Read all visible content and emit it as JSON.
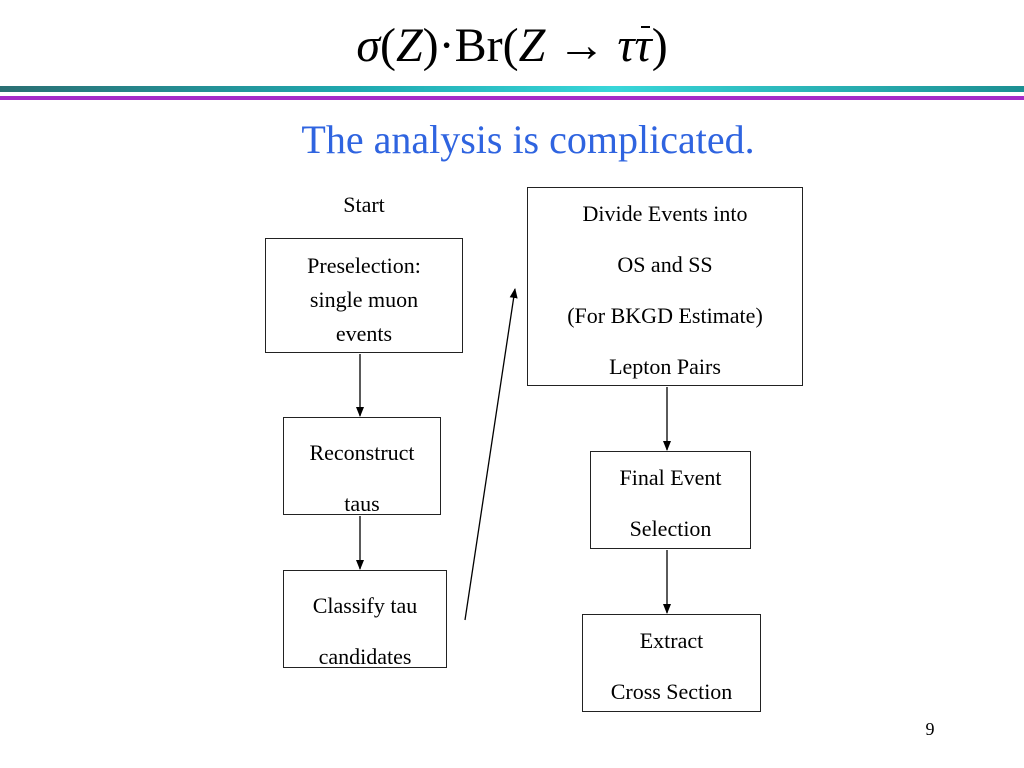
{
  "slide": {
    "formula": {
      "sigma": "σ",
      "open1": "(",
      "z1": "Z",
      "close1": ")",
      "dot": "·",
      "br": "Br",
      "open2": "(",
      "z2": "Z",
      "arrow": " → ",
      "tau": "τ",
      "taubar": "τ",
      "close2": ")"
    },
    "subtitle": "The analysis is complicated.",
    "page_number": "9"
  },
  "flowchart": {
    "start_label": "Start",
    "preselection": [
      "Preselection:",
      "single muon",
      "events"
    ],
    "reconstruct": [
      "Reconstruct",
      "taus"
    ],
    "classify": [
      "Classify tau",
      "candidates"
    ],
    "divide": [
      "Divide Events into",
      "OS and SS",
      "(For BKGD Estimate)",
      "Lepton Pairs"
    ],
    "final_selection": [
      "Final Event",
      "Selection"
    ],
    "extract": [
      "Extract",
      "Cross Section"
    ]
  },
  "colors": {
    "subtitle": "#2f64e0",
    "rule_teal": "#1fa9b0",
    "rule_purple": "#a42cc8"
  }
}
